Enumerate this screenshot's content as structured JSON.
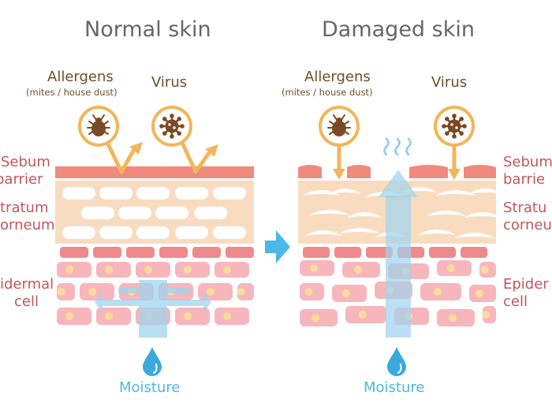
{
  "panels": {
    "left_title": "Normal skin",
    "right_title": "Damaged skin"
  },
  "labels": {
    "allergens": "Allergens",
    "allergens_note": "(mites / house dust)",
    "virus": "Virus",
    "moisture": "Moisture",
    "left_side": {
      "sebum_1": "Sebum",
      "sebum_2": "barrier",
      "stratum_1": "tratum",
      "stratum_2": "orneum",
      "epidermal_1": "idermal",
      "epidermal_2": "cell"
    },
    "right_side": {
      "sebum_1": "Sebum",
      "sebum_2": "barrie",
      "stratum_1": "Stratu",
      "stratum_2": "corneu",
      "epidermal_1": "Epider",
      "epidermal_2": "cell"
    }
  },
  "colors": {
    "sebum": "#f08a7e",
    "stratum": "#f9dcc0",
    "cell": "#f7b6bc",
    "cell_dark": "#ef8a8c",
    "nucleus": "#f9dc9d",
    "arrow": "#f1b65b",
    "moisture_flow": "#9fd3ee",
    "drop": "#3ba9dc",
    "microbe": "#7a4a24",
    "title": "#666666",
    "side_label": "#c0575c",
    "moisture_text": "#4fb7e3"
  },
  "icons": [
    "mite-icon",
    "virus-icon",
    "water-drop-icon",
    "arrow-right-icon",
    "steam-icon"
  ]
}
